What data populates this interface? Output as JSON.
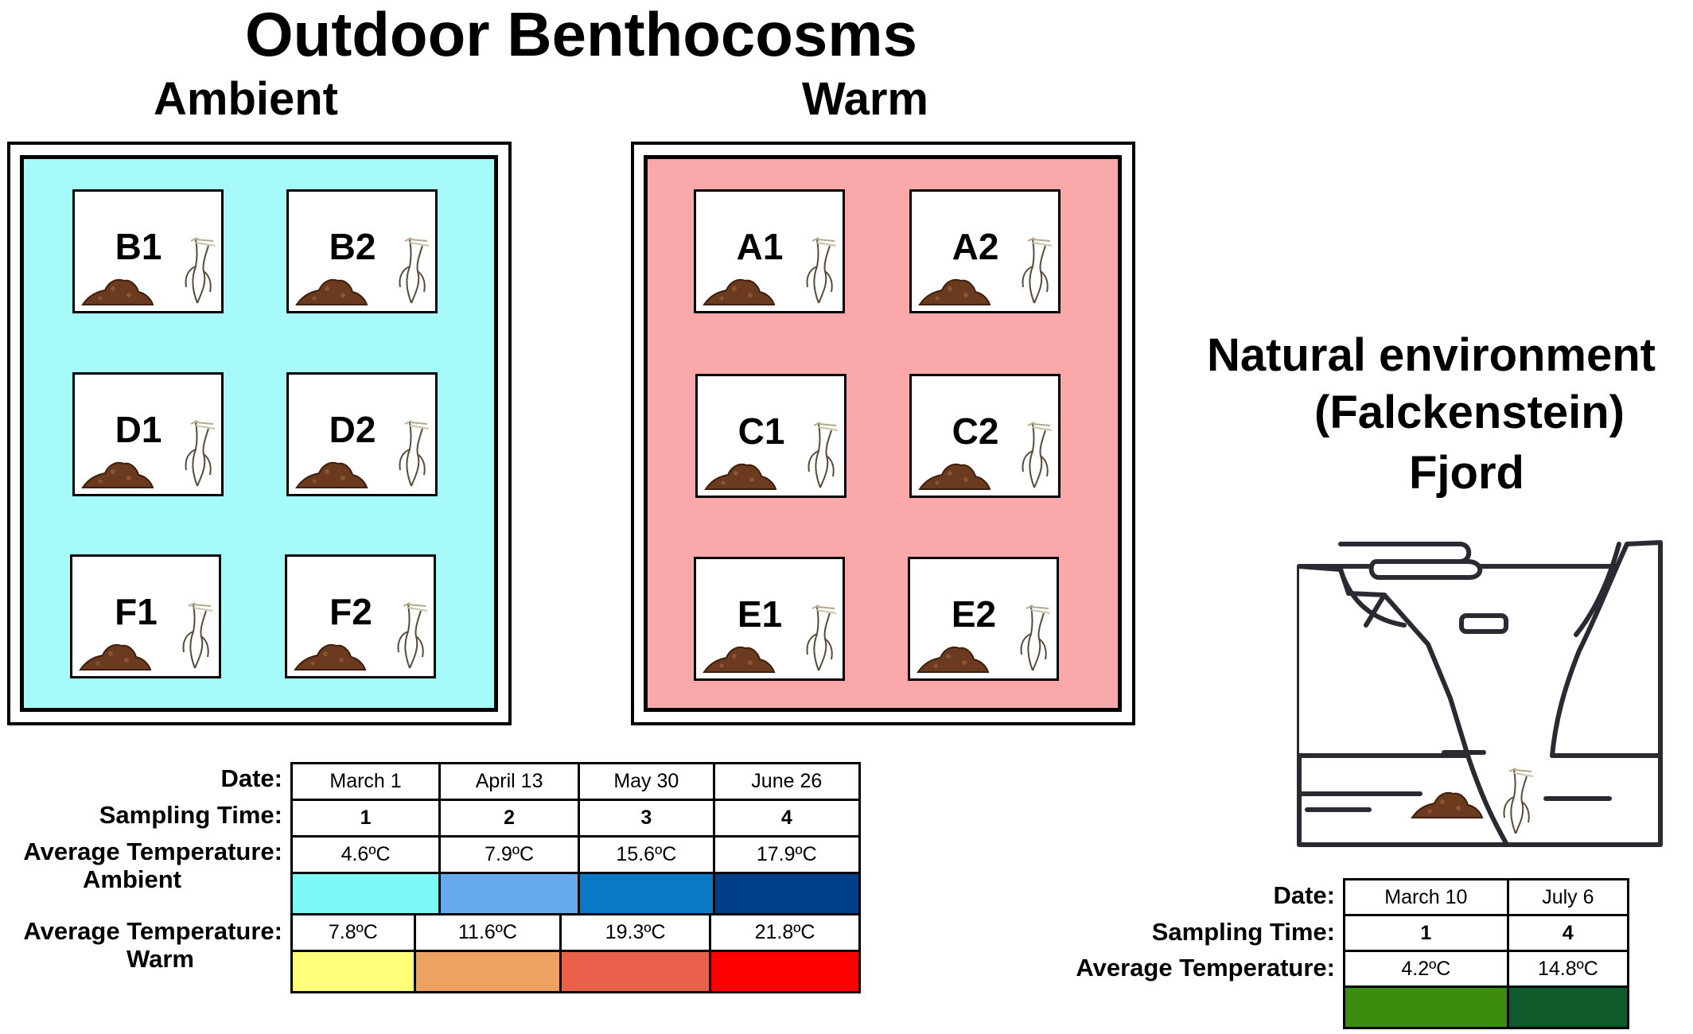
{
  "title": "Outdoor Benthocosms",
  "ambient": {
    "title": "Ambient",
    "pool_color": "#a6fafa",
    "tanks": [
      "B1",
      "B2",
      "D1",
      "D2",
      "F1",
      "F2"
    ]
  },
  "warm": {
    "title": "Warm",
    "pool_color": "#fba8aa",
    "tanks": [
      "A1",
      "A2",
      "C1",
      "C2",
      "E1",
      "E2"
    ]
  },
  "natural": {
    "title_lines": [
      "Natural environment",
      "(Falckenstein)",
      "Fjord"
    ]
  },
  "benthocosm_table": {
    "date_label": "Date:",
    "sampling_label": "Sampling Time:",
    "ambient_label_1": "Average Temperature:",
    "ambient_label_2": "Ambient",
    "warm_label_1": "Average Temperature:",
    "warm_label_2": "Warm",
    "dates": [
      "March 1",
      "April 13",
      "May 30",
      "June 26"
    ],
    "sampling": [
      "1",
      "2",
      "3",
      "4"
    ],
    "ambient_temps": [
      "4.6ºC",
      "7.9ºC",
      "15.6ºC",
      "17.9ºC"
    ],
    "ambient_colors": [
      "#7ef8f8",
      "#66aaf0",
      "#0a7ac6",
      "#003f87"
    ],
    "warm_temps": [
      "7.8ºC",
      "11.6ºC",
      "19.3ºC",
      "21.8ºC"
    ],
    "warm_colors": [
      "#ffff7a",
      "#eea262",
      "#e9604a",
      "#ff0000"
    ]
  },
  "fjord_table": {
    "date_label": "Date:",
    "sampling_label": "Sampling Time:",
    "temp_label": "Average Temperature:",
    "dates": [
      "March 10",
      "July 6"
    ],
    "sampling": [
      "1",
      "4"
    ],
    "temps": [
      "4.2ºC",
      "14.8ºC"
    ],
    "colors": [
      "#3c8c10",
      "#0e5a2a"
    ]
  },
  "icons": {
    "sediment": "sediment-mound-icon",
    "plant": "seagrass-plant-icon"
  }
}
